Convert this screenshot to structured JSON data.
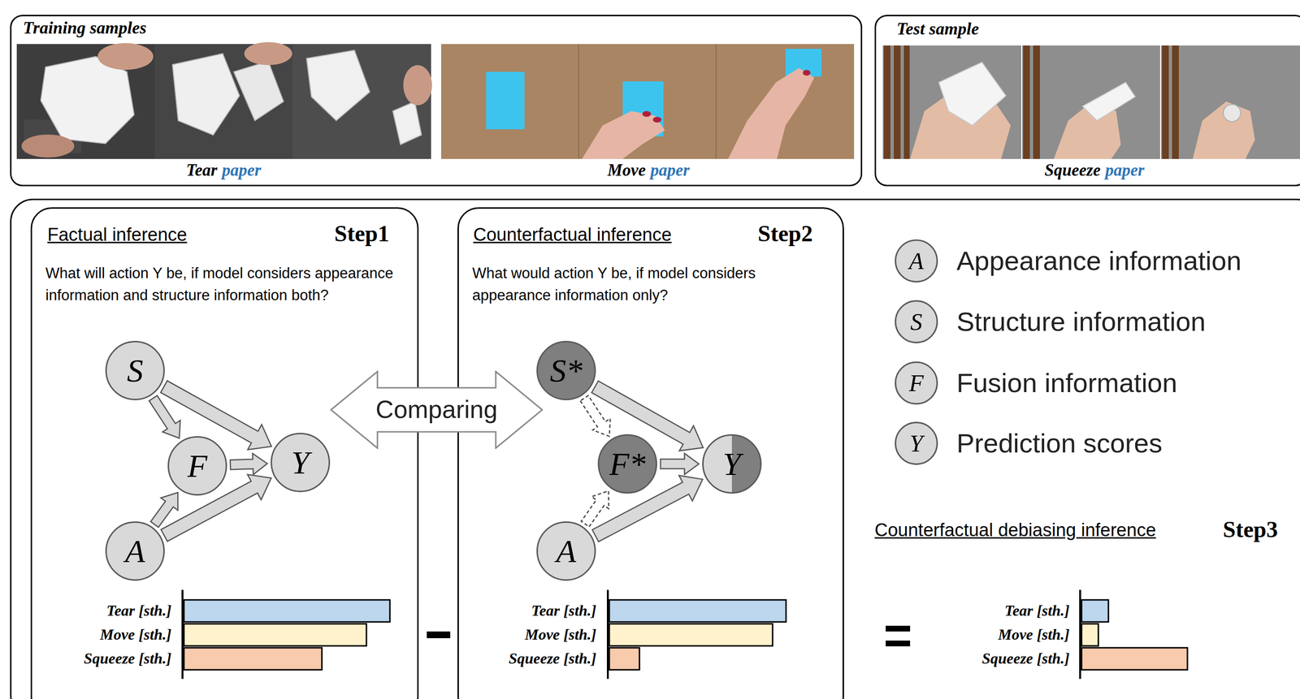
{
  "diagram": {
    "nodes": [
      {
        "text": [
          "Training samples",
          "Tear",
          "paper",
          "Move",
          "paper"
        ]
      },
      {
        "text": [
          "Test sample",
          "Squeeze",
          "paper"
        ]
      },
      {
        "text": [
          "Counterfactual debiasing inference",
          "Step3"
        ]
      },
      {
        "text": [
          "Factual inference",
          "Step1",
          "What will action Y be, if model considers appearance information and structure information both?"
        ],
        "in": 2
      },
      {
        "text": [
          "S"
        ],
        "in": 3
      },
      {
        "text": [
          "F"
        ],
        "in": 3
      },
      {
        "text": [
          "Y"
        ],
        "in": 3
      },
      {
        "text": [
          "A"
        ],
        "in": 3
      },
      {
        "text": [
          "Comparing"
        ],
        "in": 2
      },
      {
        "text": [
          "Counterfactual inference",
          "Step2",
          "What would action Y be, if model considers appearance information only?"
        ],
        "in": 2
      },
      {
        "text": [
          "S*"
        ],
        "in": 9
      },
      {
        "text": [
          "F*"
        ],
        "in": 9
      },
      {
        "text": [
          "Y"
        ],
        "in": 9
      },
      {
        "text": [
          "A"
        ],
        "in": 9
      },
      {
        "text": [
          "A",
          "Appearance information"
        ],
        "in": 2
      },
      {
        "text": [
          "S",
          "Structure information"
        ],
        "in": 2
      },
      {
        "text": [
          "F",
          "Fusion information"
        ],
        "in": 2
      },
      {
        "text": [
          "Y",
          "Prediction scores"
        ],
        "in": 2
      }
    ],
    "edges": [
      {
        "from": 4,
        "to": 5,
        "arrow": "to"
      },
      {
        "from": 4,
        "to": 6,
        "arrow": "to"
      },
      {
        "from": 5,
        "to": 6,
        "arrow": "to"
      },
      {
        "from": 7,
        "to": 5,
        "arrow": "to"
      },
      {
        "from": 7,
        "to": 6,
        "arrow": "to"
      },
      {
        "from": 10,
        "to": 11,
        "arrow": "to"
      },
      {
        "from": 10,
        "to": 12,
        "arrow": "to"
      },
      {
        "from": 11,
        "to": 12,
        "arrow": "to"
      },
      {
        "from": 13,
        "to": 11,
        "arrow": "to"
      },
      {
        "from": 13,
        "to": 12,
        "arrow": "to"
      }
    ],
    "labels": [
      "Tear [sth.]",
      "Move [sth.]",
      "Squeeze [sth.]",
      "Tear [sth.]",
      "Move [sth.]",
      "Squeeze [sth.]",
      "Tear [sth.]",
      "Move [sth.]",
      "Squeeze [sth.]"
    ]
  }
}
